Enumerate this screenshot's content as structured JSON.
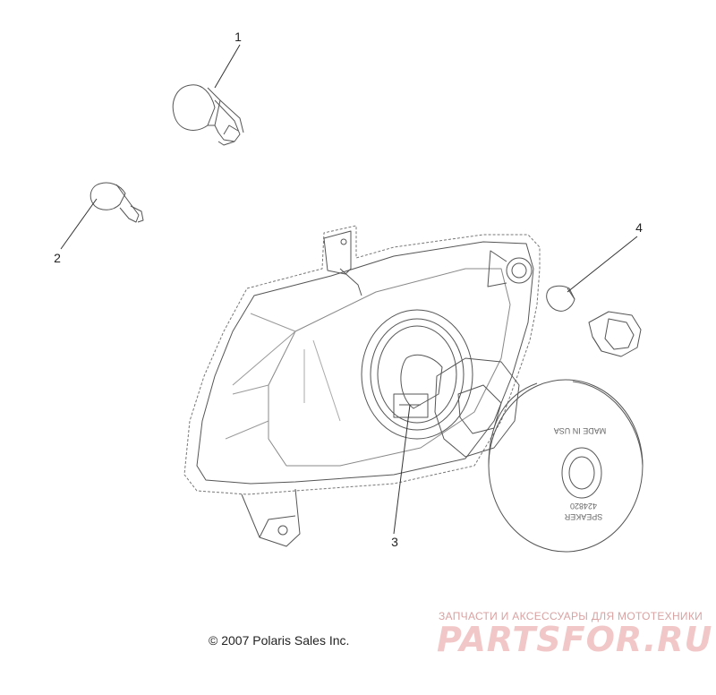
{
  "callouts": [
    {
      "id": "1",
      "label": "1"
    },
    {
      "id": "2",
      "label": "2"
    },
    {
      "id": "3",
      "label": "3"
    },
    {
      "id": "4",
      "label": "4"
    }
  ],
  "lamp_text": {
    "made_in": "MADE IN USA",
    "part_number": "424820",
    "brand": "SPEAKER"
  },
  "copyright": "© 2007 Polaris Sales Inc.",
  "watermark": {
    "tagline": "ЗАПЧАСТИ И АКСЕССУАРЫ ДЛЯ МОТОТЕХНИКИ",
    "logo": "PARTSFOR.RU"
  },
  "colors": {
    "line": "#555555",
    "light_line": "#9a9a9a",
    "watermark": "#f2c7c7"
  }
}
